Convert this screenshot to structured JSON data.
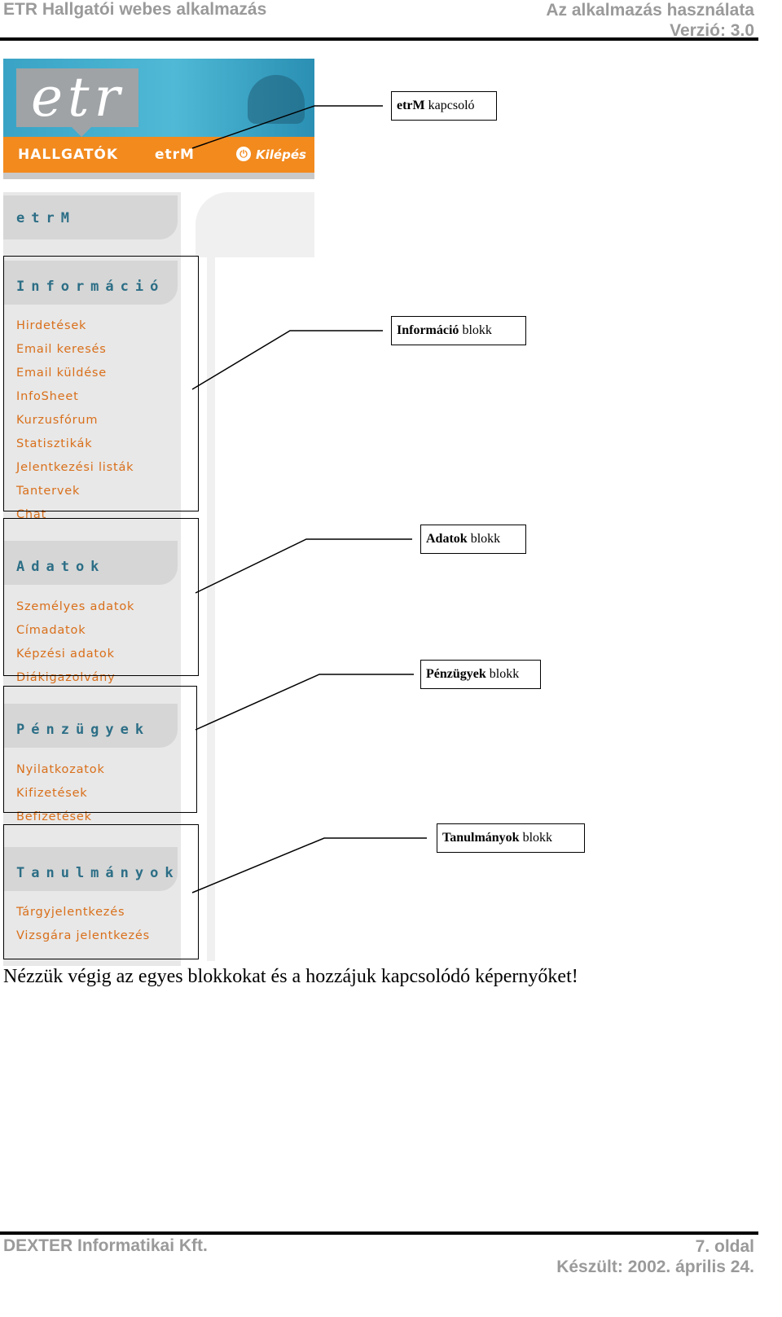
{
  "header": {
    "left": "ETR Hallgatói webes alkalmazás",
    "right_line1": "Az alkalmazás használata",
    "right_line2": "Verzió: 3.0"
  },
  "banner": {
    "logo_text": "etr",
    "nav_hallgatok": "HALLGATÓK",
    "nav_etrm": "etrM",
    "exit_label": "Kilépés",
    "brand_color": "#f28a1e"
  },
  "sidebar": {
    "etrm_title": "etrM",
    "sections": [
      {
        "title": "Információ",
        "items": [
          "Hirdetések",
          "Email keresés",
          "Email küldése",
          "InfoSheet",
          "Kurzusfórum",
          "Statisztikák",
          "Jelentkezési listák",
          "Tantervek",
          "Chat"
        ]
      },
      {
        "title": "Adatok",
        "items": [
          "Személyes adatok",
          "Címadatok",
          "Képzési adatok",
          "Diákigazolvány"
        ]
      },
      {
        "title": "Pénzügyek",
        "items": [
          "Nyilatkozatok",
          "Kifizetések",
          "Befizetések"
        ]
      },
      {
        "title": "Tanulmányok",
        "items": [
          "Tárgyjelentkezés",
          "Vizsgára jelentkezés"
        ]
      }
    ]
  },
  "callouts": [
    {
      "bold": "etrM",
      "rest": " kapcsoló"
    },
    {
      "bold": "Információ",
      "rest": " blokk"
    },
    {
      "bold": "Adatok",
      "rest": " blokk"
    },
    {
      "bold": "Pénzügyek",
      "rest": " blokk"
    },
    {
      "bold": "Tanulmányok",
      "rest": " blokk"
    }
  ],
  "body_text": "Nézzük végig az egyes blokkokat és a hozzájuk kapcsolódó képernyőket!",
  "footer": {
    "left": "DEXTER Informatikai Kft.",
    "right_line1": "7. oldal",
    "right_line2": "Készült: 2002. április 24."
  }
}
